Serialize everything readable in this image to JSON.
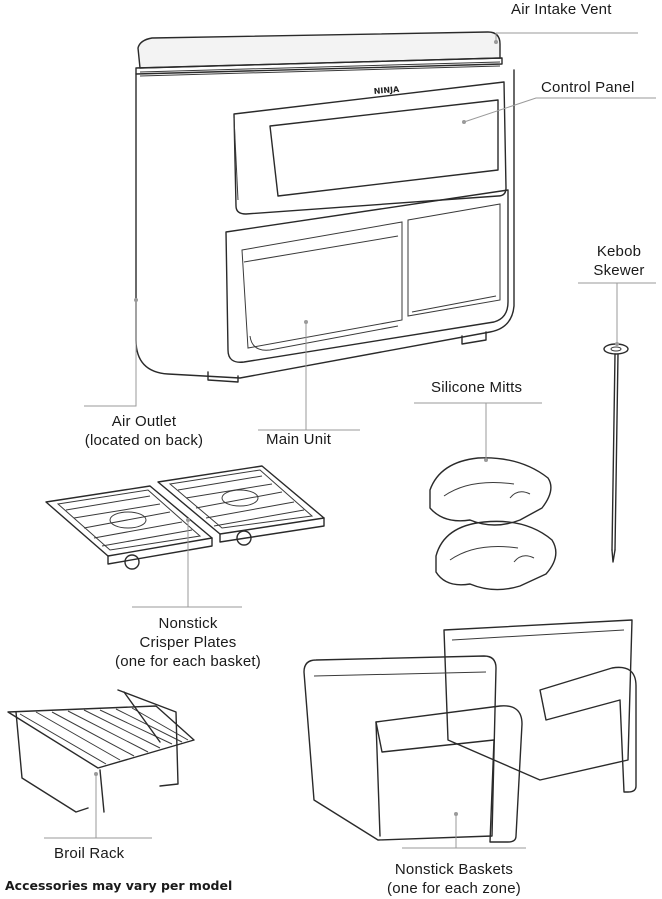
{
  "labels": {
    "air_intake_vent": "Air Intake Vent",
    "control_panel": "Control Panel",
    "kebob_skewer": [
      "Kebob",
      "Skewer"
    ],
    "silicone_mitts": "Silicone Mitts",
    "air_outlet": [
      "Air Outlet",
      "(located on back)"
    ],
    "main_unit": "Main Unit",
    "crisper_plates": [
      "Nonstick",
      "Crisper Plates",
      "(one for each basket)"
    ],
    "broil_rack": "Broil Rack",
    "baskets": [
      "Nonstick Baskets",
      "(one for each zone)"
    ]
  },
  "logo_text": "NINJA",
  "note": "Accessories may vary per model"
}
